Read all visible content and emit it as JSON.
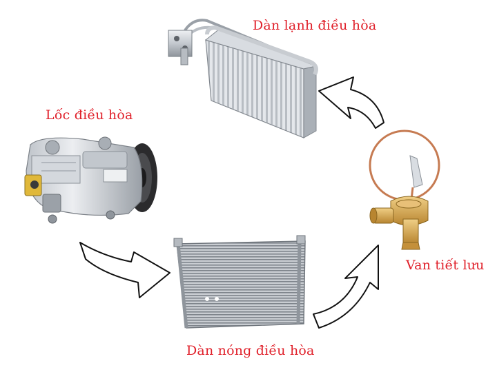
{
  "colors": {
    "label_red": "#e0202a",
    "arrow_fill": "#ffffff",
    "arrow_stroke": "#111111",
    "metal_light": "#d9dde2",
    "metal_mid": "#aab0b8",
    "metal_dark": "#6d7278",
    "copper": "#c67b52",
    "brass": "#d8a64a"
  },
  "components": {
    "evaporator": {
      "label": "Dàn lạnh điều hòa",
      "icon": "evaporator-icon"
    },
    "compressor": {
      "label": "Lốc điều hòa",
      "icon": "compressor-icon"
    },
    "expansion_valve": {
      "label": "Van tiết lưu",
      "icon": "expansion-valve-icon"
    },
    "condenser": {
      "label": "Dàn nóng điều hòa",
      "icon": "condenser-icon"
    }
  },
  "flow": [
    {
      "from": "compressor",
      "to": "condenser"
    },
    {
      "from": "condenser",
      "to": "expansion_valve"
    },
    {
      "from": "expansion_valve",
      "to": "evaporator"
    }
  ]
}
